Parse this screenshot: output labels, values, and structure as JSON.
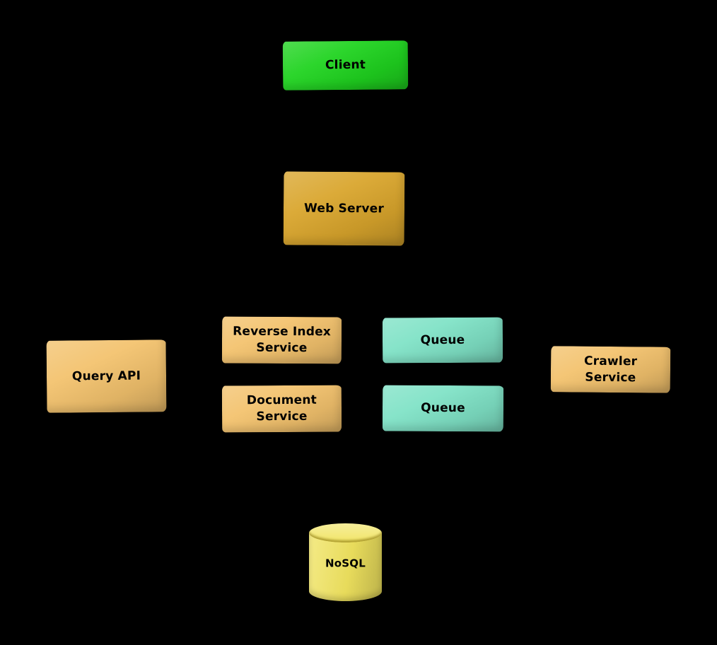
{
  "diagram": {
    "background_color": "#000000",
    "text_color": "#000000",
    "nodes": [
      {
        "id": "client",
        "label": "Client",
        "fill": "#1fd31f",
        "shape": "rectangle"
      },
      {
        "id": "web-server",
        "label": "Web Server",
        "fill": "#d9a52c",
        "shape": "rectangle"
      },
      {
        "id": "query-api",
        "label": "Query API",
        "fill": "#f3c26d",
        "shape": "rectangle"
      },
      {
        "id": "reverse-index-service",
        "label": "Reverse Index\nService",
        "fill": "#f3c26d",
        "shape": "rectangle"
      },
      {
        "id": "document-service",
        "label": "Document\nService",
        "fill": "#f3c26d",
        "shape": "rectangle"
      },
      {
        "id": "queue-upper",
        "label": "Queue",
        "fill": "#7fe2c6",
        "shape": "rectangle"
      },
      {
        "id": "queue-lower",
        "label": "Queue",
        "fill": "#7fe2c6",
        "shape": "rectangle"
      },
      {
        "id": "crawler-service",
        "label": "Crawler\nService",
        "fill": "#f3c26d",
        "shape": "rectangle"
      },
      {
        "id": "nosql",
        "label": "NoSQL",
        "fill": "#f1e45f",
        "shape": "cylinder"
      }
    ]
  }
}
